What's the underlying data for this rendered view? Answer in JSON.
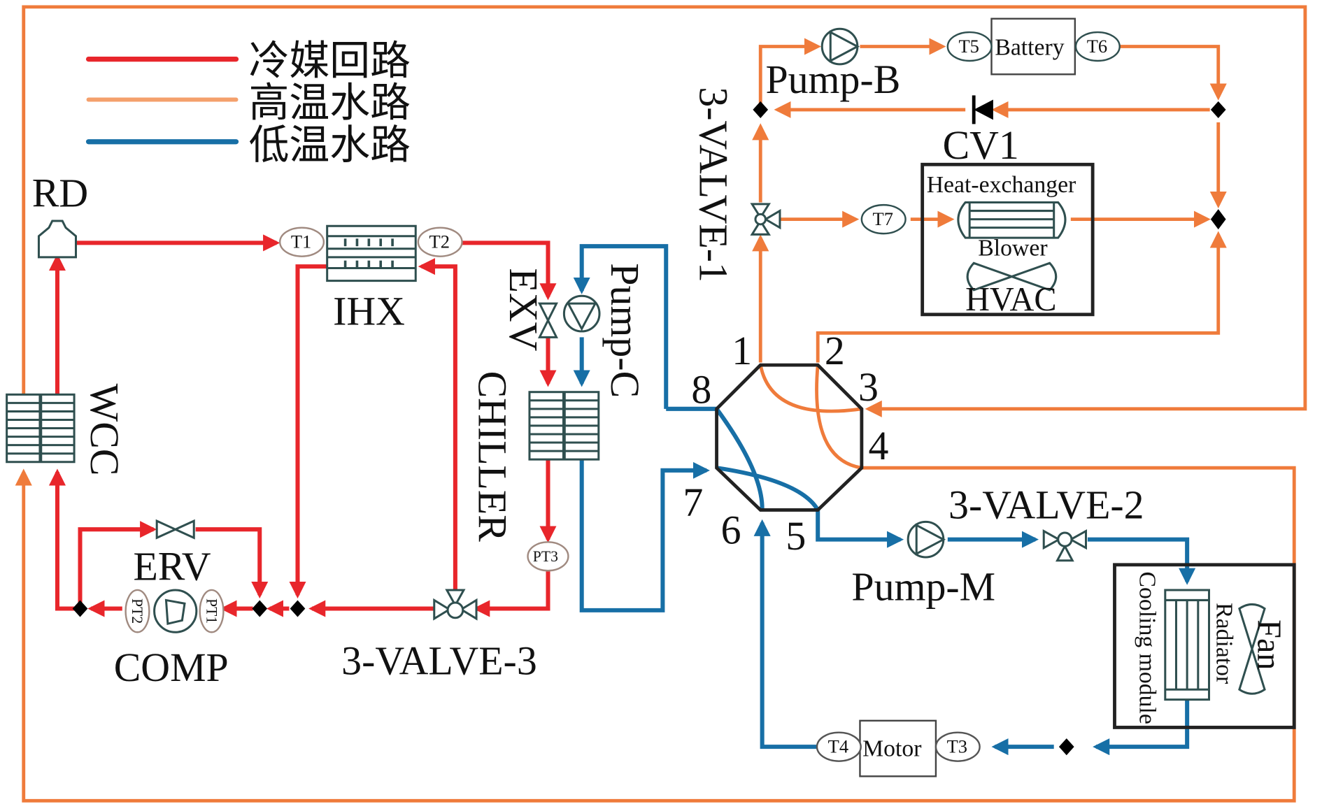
{
  "legend": [
    {
      "label": "冷媒回路",
      "color": "#e8262b",
      "meaning": "refrigerant loop"
    },
    {
      "label": "高温水路",
      "color": "#f4a06c",
      "meaning": "high-temperature coolant loop"
    },
    {
      "label": "低温水路",
      "color": "#176fa6",
      "meaning": "low-temperature coolant loop"
    }
  ],
  "colors": {
    "refrigerant": "#e8262b",
    "hot_water": "#ef7b3b",
    "cold_water": "#176fa6",
    "component_stroke": "#2f4f4f"
  },
  "components": {
    "rd": "RD",
    "wcc": "WCC",
    "ihx": "IHX",
    "exv": "EXV",
    "chiller": "CHILLER",
    "pump_c": "Pump-C",
    "erv": "ERV",
    "comp": "COMP",
    "valve3": "3-VALVE-3",
    "valve1": "3-VALVE-1",
    "valve2": "3-VALVE-2",
    "pump_b": "Pump-B",
    "pump_m": "Pump-M",
    "battery": "Battery",
    "cv1": "CV1",
    "heat_exchanger": "Heat-exchanger",
    "blower": "Blower",
    "hvac": "HVAC",
    "motor": "Motor",
    "radiator": "Radiator",
    "fan": "Fan",
    "cooling_module": "Cooling module"
  },
  "sensors": {
    "t1": "T1",
    "t2": "T2",
    "t3": "T3",
    "t4": "T4",
    "t5": "T5",
    "t6": "T6",
    "t7": "T7",
    "pt1": "PT1",
    "pt2": "PT2",
    "pt3": "PT3"
  },
  "octagon_ports": [
    "1",
    "2",
    "3",
    "4",
    "5",
    "6",
    "7",
    "8"
  ]
}
